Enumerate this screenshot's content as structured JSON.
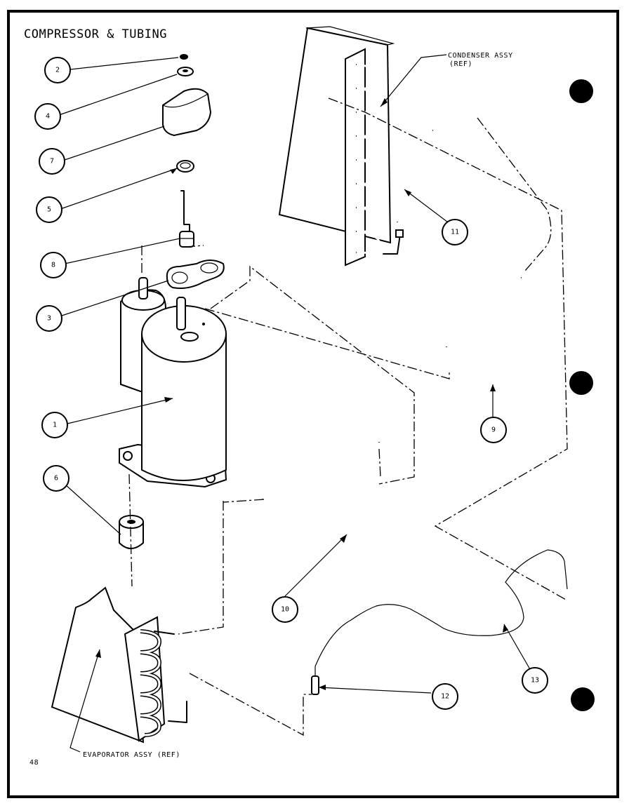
{
  "title": "COMPRESSOR & TUBING",
  "page_number": "48",
  "callouts": {
    "condenser": "CONDENSER ASSY",
    "condenser_ref": "(REF)",
    "evaporator": "EVAPORATOR ASSY (REF)"
  },
  "balloons": {
    "b2": "2",
    "b4": "4",
    "b7": "7",
    "b5": "5",
    "b8": "8",
    "b3": "3",
    "b1": "1",
    "b6": "6",
    "b11": "11",
    "b9": "9",
    "b10": "10",
    "b12": "12",
    "b13": "13"
  }
}
